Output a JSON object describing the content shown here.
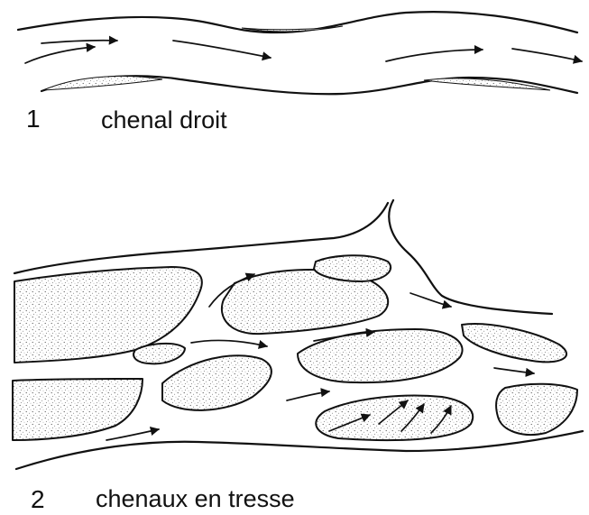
{
  "figure": {
    "panels": [
      {
        "number": "1",
        "caption": "chenal droit"
      },
      {
        "number": "2",
        "caption": "chenaux en tresse"
      }
    ]
  },
  "colors": {
    "ink": "#111111",
    "background": "#ffffff",
    "sand_dots": "#555555"
  }
}
